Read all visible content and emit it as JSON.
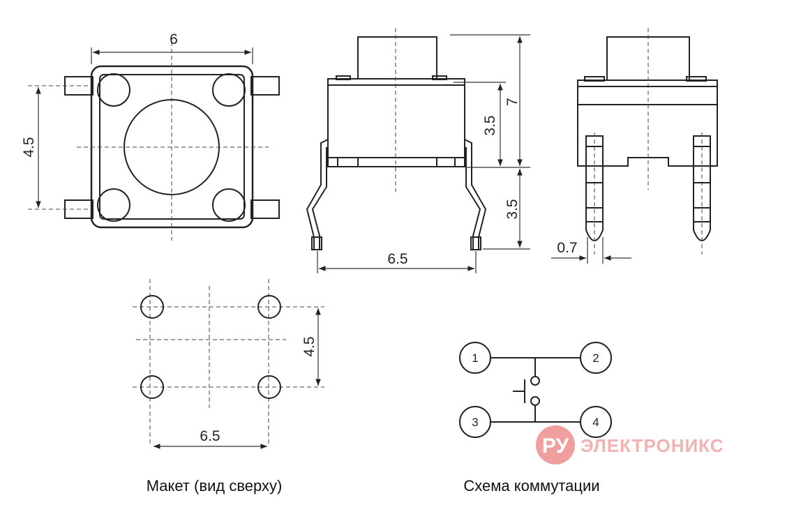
{
  "views": {
    "top": {
      "width_label": "6",
      "height_label": "4.5"
    },
    "front": {
      "total_height_label": "7",
      "body_height_label": "3.5",
      "lead_height_label": "3.5",
      "pin_spacing_label": "6.5"
    },
    "side": {
      "pin_width_label": "0.7"
    }
  },
  "layout": {
    "height_label": "4.5",
    "width_label": "6.5",
    "caption": "Макет (вид сверху)"
  },
  "schematic": {
    "pins": [
      "1",
      "2",
      "3",
      "4"
    ],
    "caption": "Схема коммутации"
  },
  "watermark": {
    "logo_text": "РУ",
    "brand_text": "ЭЛЕКТРОНИКС",
    "logo_color": "#ee8f8f"
  }
}
